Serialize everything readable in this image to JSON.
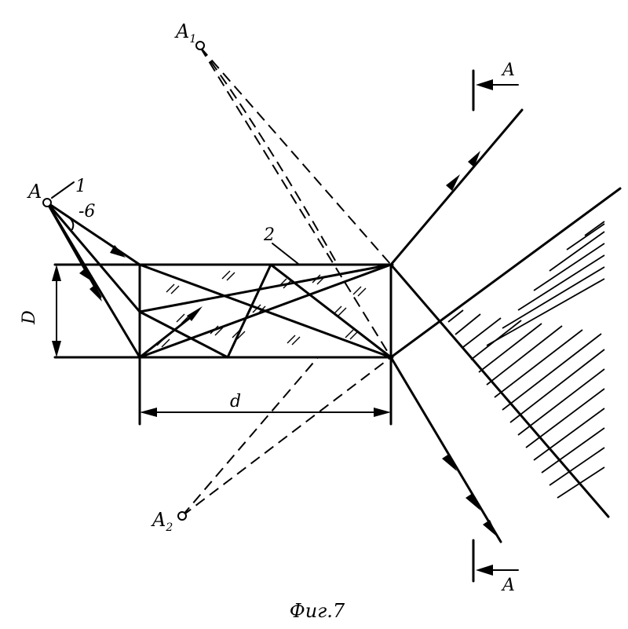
{
  "labels": {
    "source_main": "A",
    "source_number": "1",
    "angle": "-6",
    "source_image_1": "A",
    "source_image_1_index": "1",
    "source_image_2": "A",
    "source_image_2_index": "2",
    "element_number": "2",
    "dim_height": "D",
    "dim_length": "d",
    "section_top": "A",
    "section_bottom": "A",
    "caption": "Фиг.7"
  }
}
